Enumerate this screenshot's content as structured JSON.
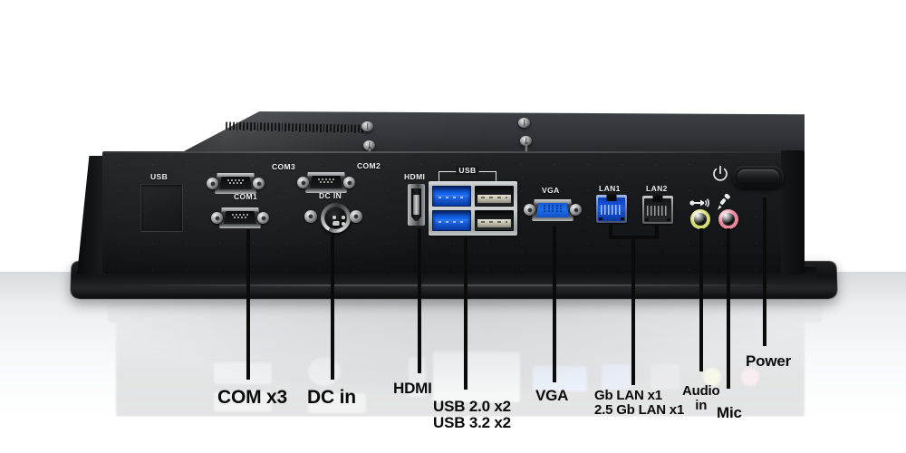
{
  "product": {
    "description": "Industrial panel PC rear I/O panel",
    "body_color": "#16181b",
    "accent_blue": "#1565ea",
    "audio_in_color": "#d7dc6e",
    "mic_color": "#e8889a",
    "lan_blue": "#1a5ae0"
  },
  "panel_labels": {
    "usb_blank": "USB",
    "com3": "COM3",
    "com2": "COM2",
    "com1": "COM1",
    "dc_in": "DC IN",
    "hdmi": "HDMI",
    "usb_bracket": "USB",
    "vga": "VGA",
    "lan1": "LAN1",
    "lan2": "LAN2",
    "power_icon": "power-symbol",
    "audio_in_icon": "line-in-symbol",
    "mic_icon": "microphone-symbol"
  },
  "callouts": [
    {
      "id": "com",
      "text": "COM x3",
      "size": "c-lg"
    },
    {
      "id": "dcin",
      "text": "DC in",
      "size": "c-lg"
    },
    {
      "id": "hdmi",
      "text": "HDMI",
      "size": "c-md"
    },
    {
      "id": "usb",
      "text": "USB 2.0 x2\nUSB 3.2 x2",
      "size": "c-md"
    },
    {
      "id": "vga",
      "text": "VGA",
      "size": "c-md"
    },
    {
      "id": "lan",
      "text": "Gb LAN x1\n2.5 Gb LAN x1",
      "size": "c-sm"
    },
    {
      "id": "audioin",
      "text": "Audio\nin",
      "size": "c-sm"
    },
    {
      "id": "mic",
      "text": "Mic",
      "size": "c-md"
    },
    {
      "id": "power",
      "text": "Power",
      "size": "c-md"
    }
  ]
}
